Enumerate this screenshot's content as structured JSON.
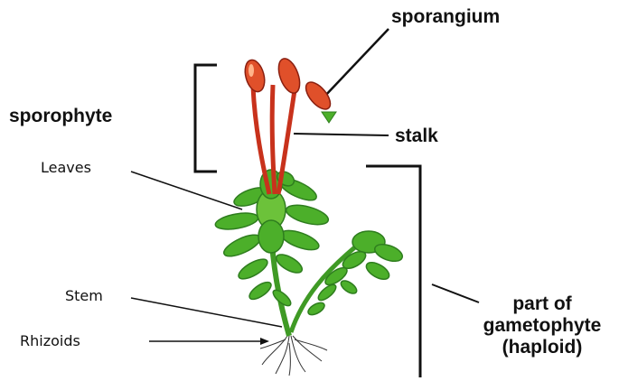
{
  "labels": {
    "sporangium": "sporangium",
    "sporophyte": "sporophyte",
    "stalk": "stalk",
    "leaves": "Leaves",
    "stem": "Stem",
    "rhizoids": "Rhizoids",
    "gametophyte_line1": "part of",
    "gametophyte_line2": "gametophyte",
    "gametophyte_line3": "(haploid)"
  },
  "colors": {
    "capsule": "#e0502a",
    "stalk": "#c8321c",
    "leaf": "#4caf2a",
    "leaf_dark": "#2e7d1e",
    "line": "#111111"
  }
}
